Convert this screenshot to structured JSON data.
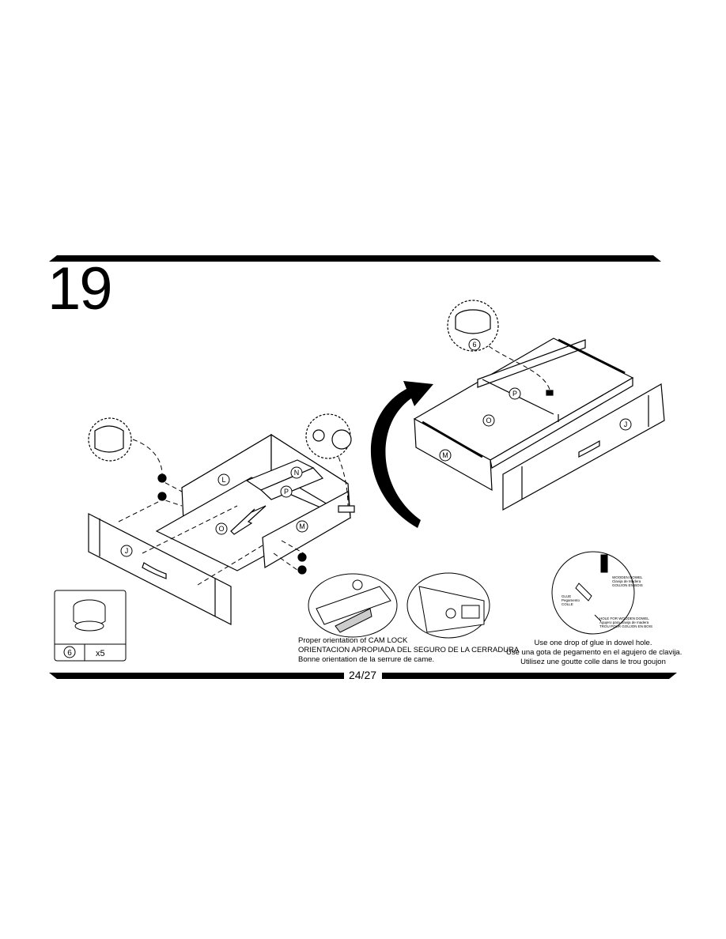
{
  "step": {
    "number": "19"
  },
  "parts_box": {
    "part_id": "6",
    "quantity": "x5"
  },
  "labels": {
    "j": "J",
    "l": "L",
    "n": "N",
    "p": "P",
    "o": "O",
    "m": "M",
    "six": "6",
    "right_p": "P",
    "right_o": "O",
    "right_m": "M",
    "right_j": "J"
  },
  "cam_lock_caption": {
    "line1": "Proper orientation of CAM LOCK",
    "line2": "ORIENTACION APROPIADA DEL SEGURO DE LA CERRADURA",
    "line3": "Bonne orientation de la serrure de came."
  },
  "glue_caption": {
    "line1": "Use one drop of glue in dowel hole.",
    "line2": "Use una gota de pegamento en el agujero de clavija.",
    "line3": "Utilisez une goutte colle dans le trou goujon"
  },
  "glue_detail": {
    "dowel_label_1": "WOODEN DOWEL",
    "dowel_label_2": "Clavija de Madera",
    "dowel_label_3": "GOUJON EN BOIS",
    "glue_label_1": "GLUE",
    "glue_label_2": "Pegamento",
    "glue_label_3": "COLLE",
    "hole_label_1": "HOLE FOR WOODEN DOWEL",
    "hole_label_2": "Agujero para clavija de madera",
    "hole_label_3": "TROU POUR GOUJON EN BOIS"
  },
  "footer": {
    "page": "24/27"
  }
}
